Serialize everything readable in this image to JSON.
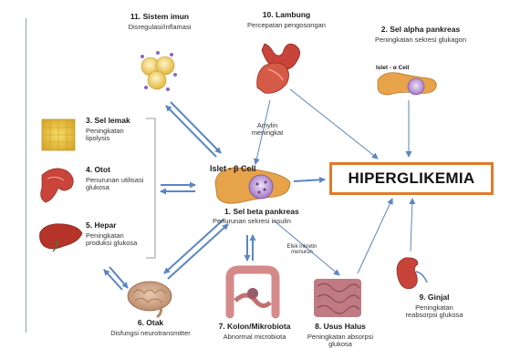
{
  "center": {
    "islet_label": "Islet - β Cell",
    "title": "1. Sel beta pankreas",
    "subtitle": "Penurunan sekresi insulin"
  },
  "hyperglycemia": "HIPERGLIKEMIA",
  "amylin": [
    "Amylin",
    "meningkat"
  ],
  "incretin": [
    "Efek inkretin",
    "menurun"
  ],
  "nodes": {
    "sistem_imun": {
      "title": "11. Sistem imun",
      "sub": [
        "Disregulasi/inflamasi"
      ]
    },
    "lambung": {
      "title": "10. Lambung",
      "sub": [
        "Percepatan pengosongan"
      ]
    },
    "alpha": {
      "title": "2. Sel alpha pankreas",
      "sub": [
        "Peningkatan sekresi glukagon"
      ],
      "islet_label": "Islet - α Cell"
    },
    "lemak": {
      "title": "3. Sel lemak",
      "sub": [
        "Peningkatan",
        "lipolysis"
      ]
    },
    "otot": {
      "title": "4. Otot",
      "sub": [
        "Penurunan utilisasi",
        "glukosa"
      ]
    },
    "hepar": {
      "title": "5. Hepar",
      "sub": [
        "Peningkatan",
        "produksi glukosa"
      ]
    },
    "otak": {
      "title": "6. Otak",
      "sub": [
        "Disfungsi neurotransmitter"
      ]
    },
    "kolon": {
      "title": "7. Kolon/Mikrobiota",
      "sub": [
        "Abnormal microbiota"
      ]
    },
    "usus": {
      "title": "8. Usus Halus",
      "sub": [
        "Peningkatan absorpsi",
        "glukosa"
      ]
    },
    "ginjal": {
      "title": "9. Ginjal",
      "sub": [
        "Peningkatan",
        "reabsorpsi glukosa"
      ]
    }
  },
  "colors": {
    "arrow": "#5b86c4",
    "box_border": "#e07b2a",
    "organ_red": "#c8433a"
  }
}
